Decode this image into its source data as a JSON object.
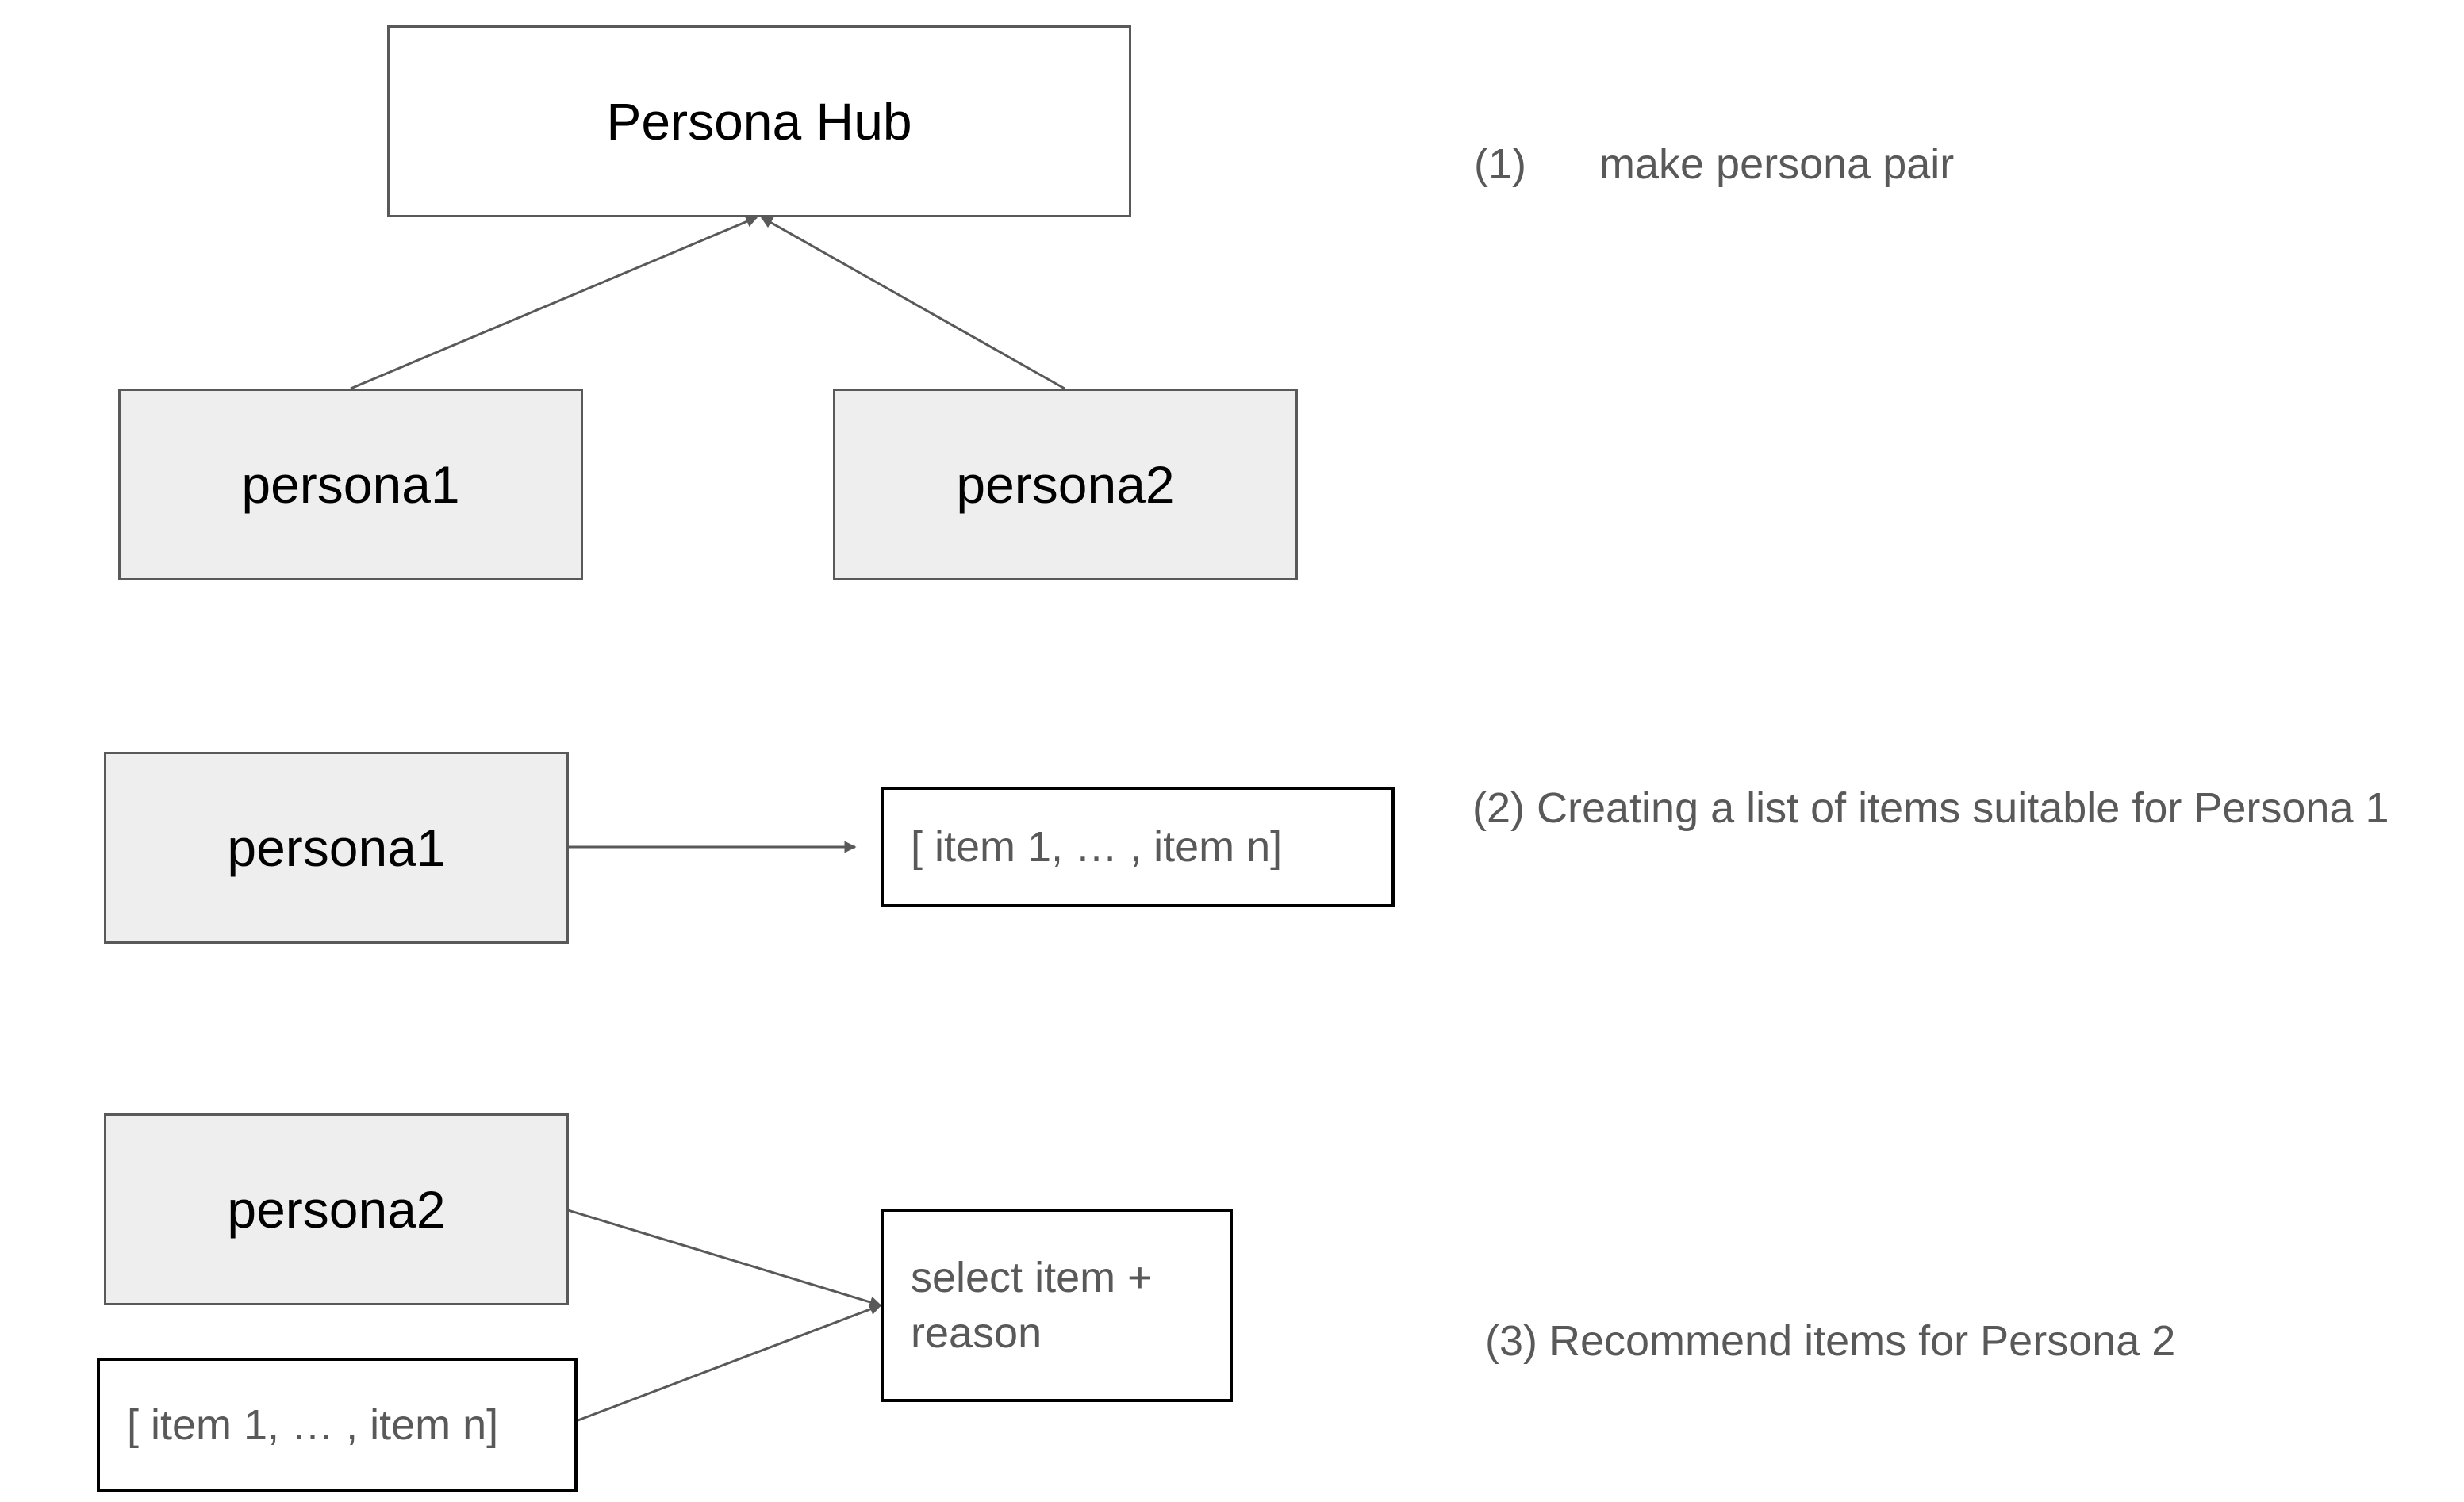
{
  "stage1": {
    "hub_label": "Persona Hub",
    "persona1_label": "persona1",
    "persona2_label": "persona2",
    "step_number": "(1)",
    "step_text": "make persona pair"
  },
  "stage2": {
    "persona1_label": "persona1",
    "list_label": "[ item 1, … , item n]",
    "step_text": "(2) Creating a list of items suitable for Persona 1"
  },
  "stage3": {
    "persona2_label": "persona2",
    "list_label": "[ item 1, … , item n]",
    "result_line1": "select item  +",
    "result_line2": "reason",
    "step_text": "(3) Recommend items for Persona 2"
  },
  "colors": {
    "stroke": "#595959",
    "node_fill": "#eeeeee",
    "text_grey": "#595959"
  }
}
